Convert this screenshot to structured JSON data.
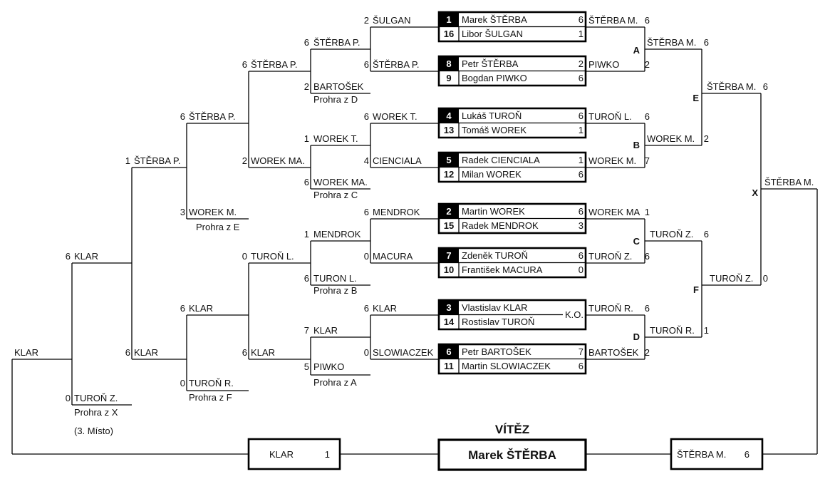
{
  "matches": [
    {
      "p1": {
        "seed": "1",
        "name": "Marek ŠTĚRBA",
        "score": "6"
      },
      "p2": {
        "seed": "16",
        "name": "Libor ŠULGAN",
        "score": "1"
      },
      "note": ""
    },
    {
      "p1": {
        "seed": "8",
        "name": "Petr ŠTĚRBA",
        "score": "2"
      },
      "p2": {
        "seed": "9",
        "name": "Bogdan PIWKO",
        "score": "6"
      },
      "note": ""
    },
    {
      "p1": {
        "seed": "4",
        "name": "Lukáš TUROŇ",
        "score": "6"
      },
      "p2": {
        "seed": "13",
        "name": "Tomáš WOREK",
        "score": "1"
      },
      "note": ""
    },
    {
      "p1": {
        "seed": "5",
        "name": "Radek CIENCIALA",
        "score": "1"
      },
      "p2": {
        "seed": "12",
        "name": "Milan WOREK",
        "score": "6"
      },
      "note": ""
    },
    {
      "p1": {
        "seed": "2",
        "name": "Martin WOREK",
        "score": "6"
      },
      "p2": {
        "seed": "15",
        "name": "Radek MENDROK",
        "score": "3"
      },
      "note": ""
    },
    {
      "p1": {
        "seed": "7",
        "name": "Zdeněk TUROŇ",
        "score": "6"
      },
      "p2": {
        "seed": "10",
        "name": "František MACURA",
        "score": "0"
      },
      "note": ""
    },
    {
      "p1": {
        "seed": "3",
        "name": "Vlastislav KLAR",
        "score": ""
      },
      "p2": {
        "seed": "14",
        "name": "Rostislav TUROŇ",
        "score": ""
      },
      "note": "K.O."
    },
    {
      "p1": {
        "seed": "6",
        "name": "Petr BARTOŠEK",
        "score": "7"
      },
      "p2": {
        "seed": "11",
        "name": "Martin SLOWIACZEK",
        "score": "6"
      },
      "note": ""
    }
  ],
  "winners_bracket": {
    "r1": [
      {
        "name": "ŠTĚRBA M.",
        "score": "6"
      },
      {
        "name": "PIWKO",
        "score": "2"
      },
      {
        "name": "TUROŇ L.",
        "score": "6"
      },
      {
        "name": "WOREK M.",
        "score": "7"
      },
      {
        "name": "WOREK MA",
        "score": "1"
      },
      {
        "name": "TUROŇ Z.",
        "score": "6"
      },
      {
        "name": "TUROŇ R.",
        "score": "6"
      },
      {
        "name": "BARTOŠEK",
        "score": "2"
      }
    ],
    "r2": [
      {
        "name": "ŠTĚRBA M.",
        "score": "6"
      },
      {
        "name": "WOREK M.",
        "score": "2"
      },
      {
        "name": "TUROŇ Z.",
        "score": "6"
      },
      {
        "name": "TUROŇ R.",
        "score": "1"
      }
    ],
    "r3": [
      {
        "name": "ŠTĚRBA M.",
        "score": "6"
      },
      {
        "name": "TUROŇ Z.",
        "score": "0"
      }
    ],
    "r4": {
      "name": "ŠTĚRBA M."
    },
    "labels": [
      "A",
      "B",
      "C",
      "D",
      "E",
      "F",
      "X"
    ]
  },
  "losers_bracket": {
    "r1": [
      {
        "name": "ŠULGAN",
        "score": "2"
      },
      {
        "name": "ŠTĚRBA P.",
        "score": "6"
      },
      {
        "name": "WOREK T.",
        "score": "6"
      },
      {
        "name": "CIENCIALA",
        "score": "4"
      },
      {
        "name": "MENDROK",
        "score": "6"
      },
      {
        "name": "MACURA",
        "score": "0"
      },
      {
        "name": "KLAR",
        "score": "6"
      },
      {
        "name": "SLOWIACZEK",
        "score": "0"
      }
    ],
    "r2": [
      {
        "name": "ŠTĚRBA P.",
        "score": "6"
      },
      {
        "name": "BARTOŠEK",
        "score": "2",
        "from_prefix": "Prohra z ",
        "from": "D"
      },
      {
        "name": "WOREK T.",
        "score": "1"
      },
      {
        "name": "WOREK MA.",
        "score": "6",
        "from_prefix": "Prohra z ",
        "from": "C"
      },
      {
        "name": "MENDROK",
        "score": "1"
      },
      {
        "name": "TURON L.",
        "score": "6",
        "from_prefix": "Prohra z ",
        "from": "B"
      },
      {
        "name": "KLAR",
        "score": "7"
      },
      {
        "name": "PIWKO",
        "score": "5",
        "from_prefix": "Prohra z ",
        "from": "A"
      }
    ],
    "r3": [
      {
        "name": "ŠTĚRBA P.",
        "score": "6"
      },
      {
        "name": "WOREK MA.",
        "score": "2"
      },
      {
        "name": "TUROŇ L.",
        "score": "0"
      },
      {
        "name": "KLAR",
        "score": "6"
      }
    ],
    "r4": [
      {
        "name": "ŠTĚRBA P.",
        "score": "6"
      },
      {
        "name": "WOREK M.",
        "score": "3",
        "from_prefix": "Prohra z ",
        "from": "E"
      },
      {
        "name": "KLAR",
        "score": "6"
      },
      {
        "name": "TUROŇ R.",
        "score": "0",
        "from_prefix": "Prohra z ",
        "from": "F"
      }
    ],
    "r5": [
      {
        "name": "ŠTĚRBA P.",
        "score": "1"
      },
      {
        "name": "KLAR",
        "score": "6"
      }
    ],
    "r6": [
      {
        "name": "KLAR",
        "score": "6"
      },
      {
        "name": "TUROŇ Z.",
        "score": "0",
        "from_prefix": "Prohra z ",
        "from": "X",
        "place": "(3. Místo)"
      }
    ],
    "r7": {
      "name": "KLAR"
    }
  },
  "final": {
    "title": "VÍTĚZ",
    "winner": "Marek ŠTĚRBA",
    "left": {
      "name": "KLAR",
      "score": "1"
    },
    "right": {
      "name": "ŠTĚRBA M.",
      "score": "6"
    }
  }
}
